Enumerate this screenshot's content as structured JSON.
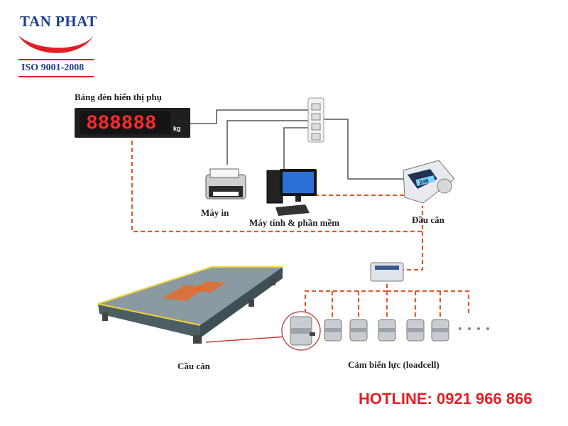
{
  "brand": {
    "name": "TAN PHAT",
    "certification": "ISO 9001-2008",
    "colors": {
      "blue": "#1c3f8f",
      "red": "#e11f26"
    }
  },
  "display_board": {
    "label": "Bảng đèn hiển thị phụ",
    "digits": "888888",
    "unit": "kg"
  },
  "components": {
    "printer": "Máy in",
    "computer": "Máy tính & phần mềm",
    "indicator": "Đầu cân",
    "platform": "Cầu cân",
    "loadcells": "Cảm biến lực (loadcell)"
  },
  "indicator_screen": {
    "reading": "246"
  },
  "hotline": {
    "text": "HOTLINE:  0921 966 866"
  }
}
